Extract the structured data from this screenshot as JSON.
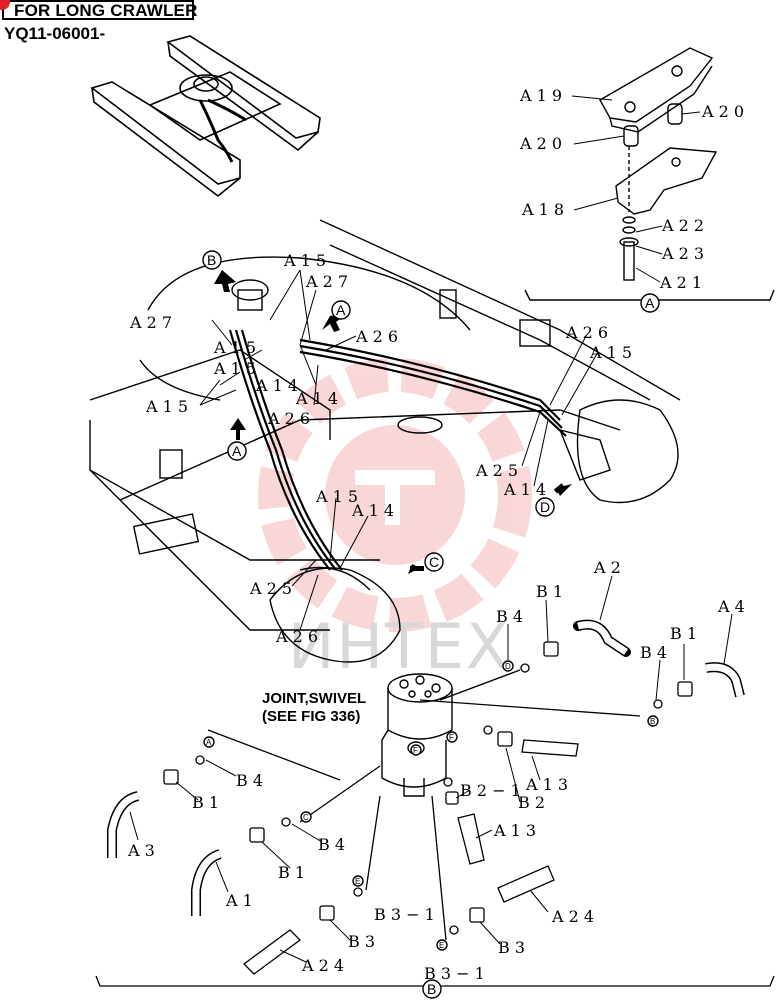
{
  "header": {
    "title": "FOR LONG CRAWLER",
    "serial": "YQ11-06001-"
  },
  "watermark": {
    "text": "ИНТЕХ",
    "color": "#e84a4f"
  },
  "detail_circles": {
    "A": "A",
    "B": "B",
    "C": "C",
    "D": "D",
    "E": "E",
    "F": "F"
  },
  "joint_note": {
    "line1": "JOINT,SWIVEL",
    "line2": "(SEE FIG 336)"
  },
  "callouts": {
    "a19": "A 1 9",
    "a20": "A 2 0",
    "a18": "A 1 8",
    "a22": "A 2 2",
    "a23": "A 2 3",
    "a21": "A 2 1",
    "a15": "A 1 5",
    "a27": "A 2 7",
    "a26": "A 2 6",
    "a14": "A 1 4",
    "a25": "A 2 5",
    "a2": "A 2",
    "a4": "A 4",
    "a3": "A 3",
    "a1": "A 1",
    "a13": "A 1 3",
    "a24": "A 2 4",
    "b1": "B 1",
    "b4": "B 4",
    "b2": "B 2",
    "b2_1": "B 2 − 1",
    "b3": "B 3",
    "b3_1": "B 3 − 1"
  },
  "colors": {
    "line": "#000000",
    "marker": "#e0202a"
  }
}
